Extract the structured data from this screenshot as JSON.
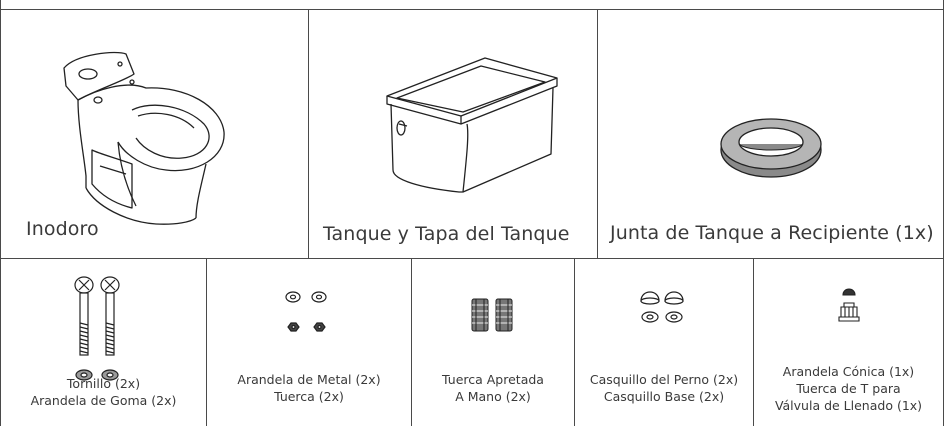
{
  "top_row": [
    {
      "id": "toilet",
      "label": "Inodoro"
    },
    {
      "id": "tank",
      "label": "Tanque y Tapa del Tanque"
    },
    {
      "id": "gasket",
      "label": "Junta de Tanque a Recipiente (1x)"
    }
  ],
  "bottom_row": [
    {
      "id": "bolts",
      "lines": [
        "Tornillo (2x)",
        "Arandela de Goma (2x)"
      ]
    },
    {
      "id": "washers",
      "lines": [
        "Arandela de Metal (2x)",
        "Tuerca (2x)"
      ]
    },
    {
      "id": "wingnuts",
      "lines": [
        "Tuerca Apretada",
        "A Mano (2x)"
      ]
    },
    {
      "id": "caps",
      "lines": [
        "Casquillo del Perno (2x)",
        "Casquillo Base (2x)"
      ]
    },
    {
      "id": "fillvalve",
      "lines": [
        "Arandela Cónica (1x)",
        "Tuerca de T para",
        "Válvula de Llenado (1x)"
      ]
    }
  ],
  "icons": [
    "toilet-bowl-drawing",
    "tank-drawing",
    "gasket-drawing",
    "bolt-drawing",
    "washer-nut-drawing",
    "wing-nut-drawing",
    "bolt-cap-drawing",
    "cone-washer-nut-drawing"
  ]
}
